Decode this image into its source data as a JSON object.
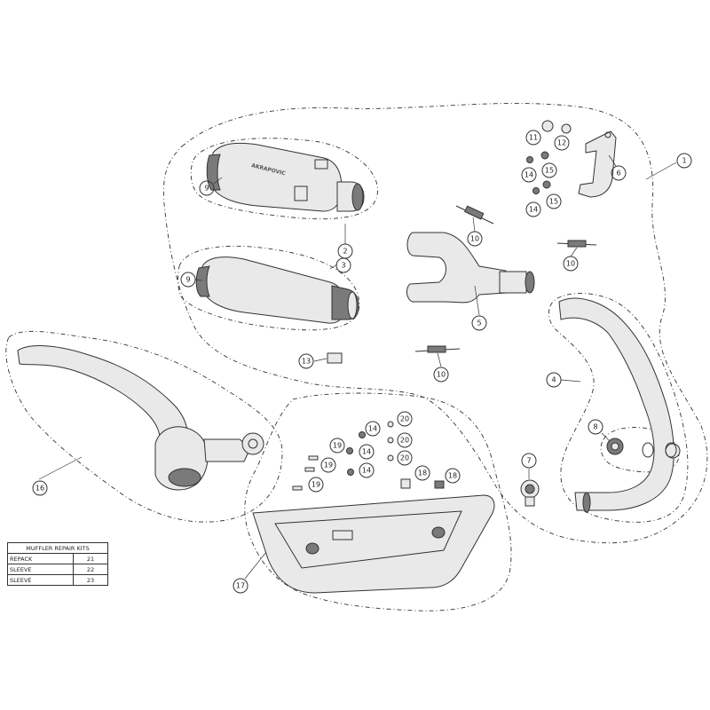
{
  "callouts": {
    "c1": "1",
    "c2": "2",
    "c3": "3",
    "c4": "4",
    "c5": "5",
    "c6": "6",
    "c7": "7",
    "c8": "8",
    "c9a": "9",
    "c9b": "9",
    "c10a": "10",
    "c10b": "10",
    "c10c": "10",
    "c11": "11",
    "c12": "12",
    "c13": "13",
    "c14a": "14",
    "c14b": "14",
    "c14c": "14",
    "c14d": "14",
    "c14e": "14",
    "c15a": "15",
    "c15b": "15",
    "c16": "16",
    "c17": "17",
    "c18a": "18",
    "c18b": "18",
    "c19a": "19",
    "c19b": "19",
    "c19c": "19",
    "c20a": "20",
    "c20b": "20",
    "c20c": "20"
  },
  "muffler_brand": "AKRAPOVIC",
  "repair_kits": {
    "title": "MUFFLER REPAIR KITS",
    "rows": [
      {
        "name": "REPACK",
        "number": "21"
      },
      {
        "name": "SLEEVE",
        "number": "22"
      },
      {
        "name": "SLEEVE",
        "number": "23"
      }
    ]
  },
  "colors": {
    "line": "#333333",
    "fill": "#e9e9e9",
    "dark": "#7a7a7a"
  }
}
